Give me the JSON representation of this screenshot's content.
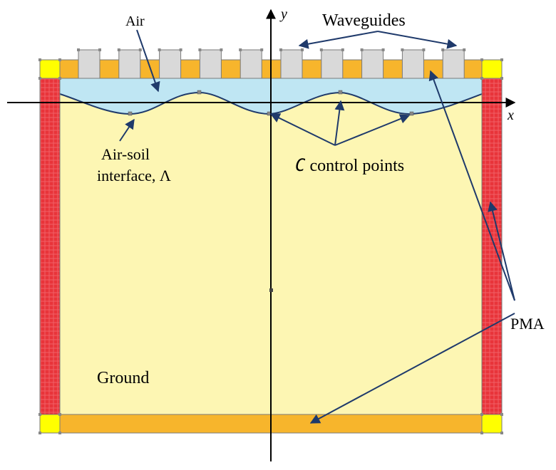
{
  "labels": {
    "air": "Air",
    "waveguides": "Waveguides",
    "interface_line1": "Air-soil",
    "interface_line2": "interface, Λ",
    "control_var": "C",
    "control_rest": " control points",
    "pma": "PMA",
    "ground": "Ground",
    "axis_x": "x",
    "axis_y": "y"
  },
  "waveguide_count": 10,
  "colors": {
    "ground": "#fdf6b3",
    "air": "#bfe6f3",
    "pma_horizontal": "#f7b52c",
    "pma_vertical": "#e8343a",
    "corner": "#ffff00",
    "waveguide": "#d9d9d9",
    "interface": "#1f3a6b",
    "arrow": "#1f3a6b",
    "outline": "#7a7a7a"
  }
}
